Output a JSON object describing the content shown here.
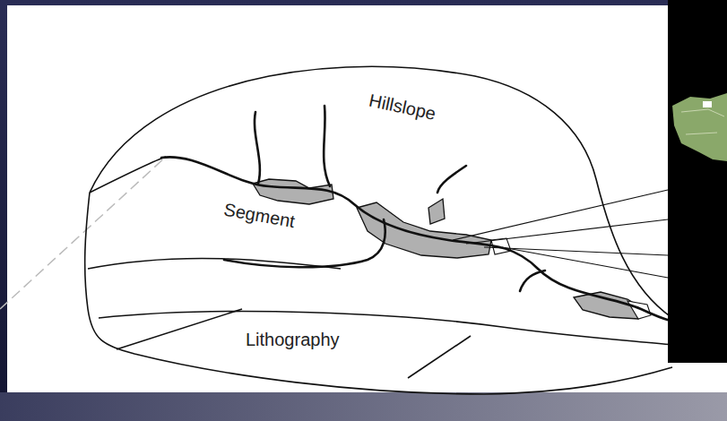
{
  "diagram": {
    "labels": [
      "Hillslope",
      "Segment",
      "Lithography"
    ]
  }
}
